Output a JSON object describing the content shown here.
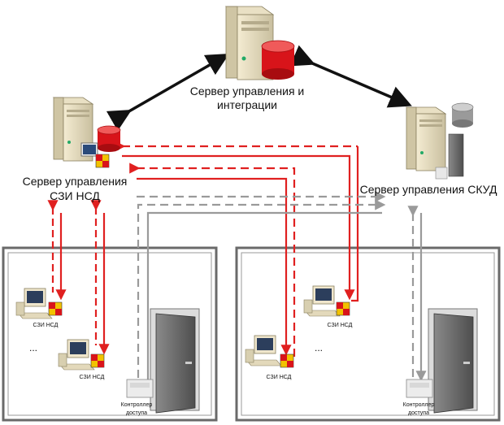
{
  "nodes": {
    "integration_server": {
      "label_line1": "Сервер управления и",
      "label_line2": "интеграции"
    },
    "szi_server": {
      "label_line1": "Сервер управления",
      "label_line2": "СЗИ НСД"
    },
    "skud_server": {
      "label": "Сервер управления СКУД"
    }
  },
  "rooms": {
    "left": {
      "workstations": [
        "СЗИ НСД",
        "СЗИ НСД"
      ],
      "ellipsis": "...",
      "controller_line1": "Контроллер",
      "controller_line2": "доступа"
    },
    "right": {
      "workstations": [
        "СЗИ НСД",
        "СЗИ НСД"
      ],
      "ellipsis": "...",
      "controller_line1": "Контроллер",
      "controller_line2": "доступа"
    }
  },
  "colors": {
    "szi_link": "#e02020",
    "skud_link": "#9a9a9a",
    "server_link": "#111111",
    "room_border": "#6a6a6a"
  }
}
